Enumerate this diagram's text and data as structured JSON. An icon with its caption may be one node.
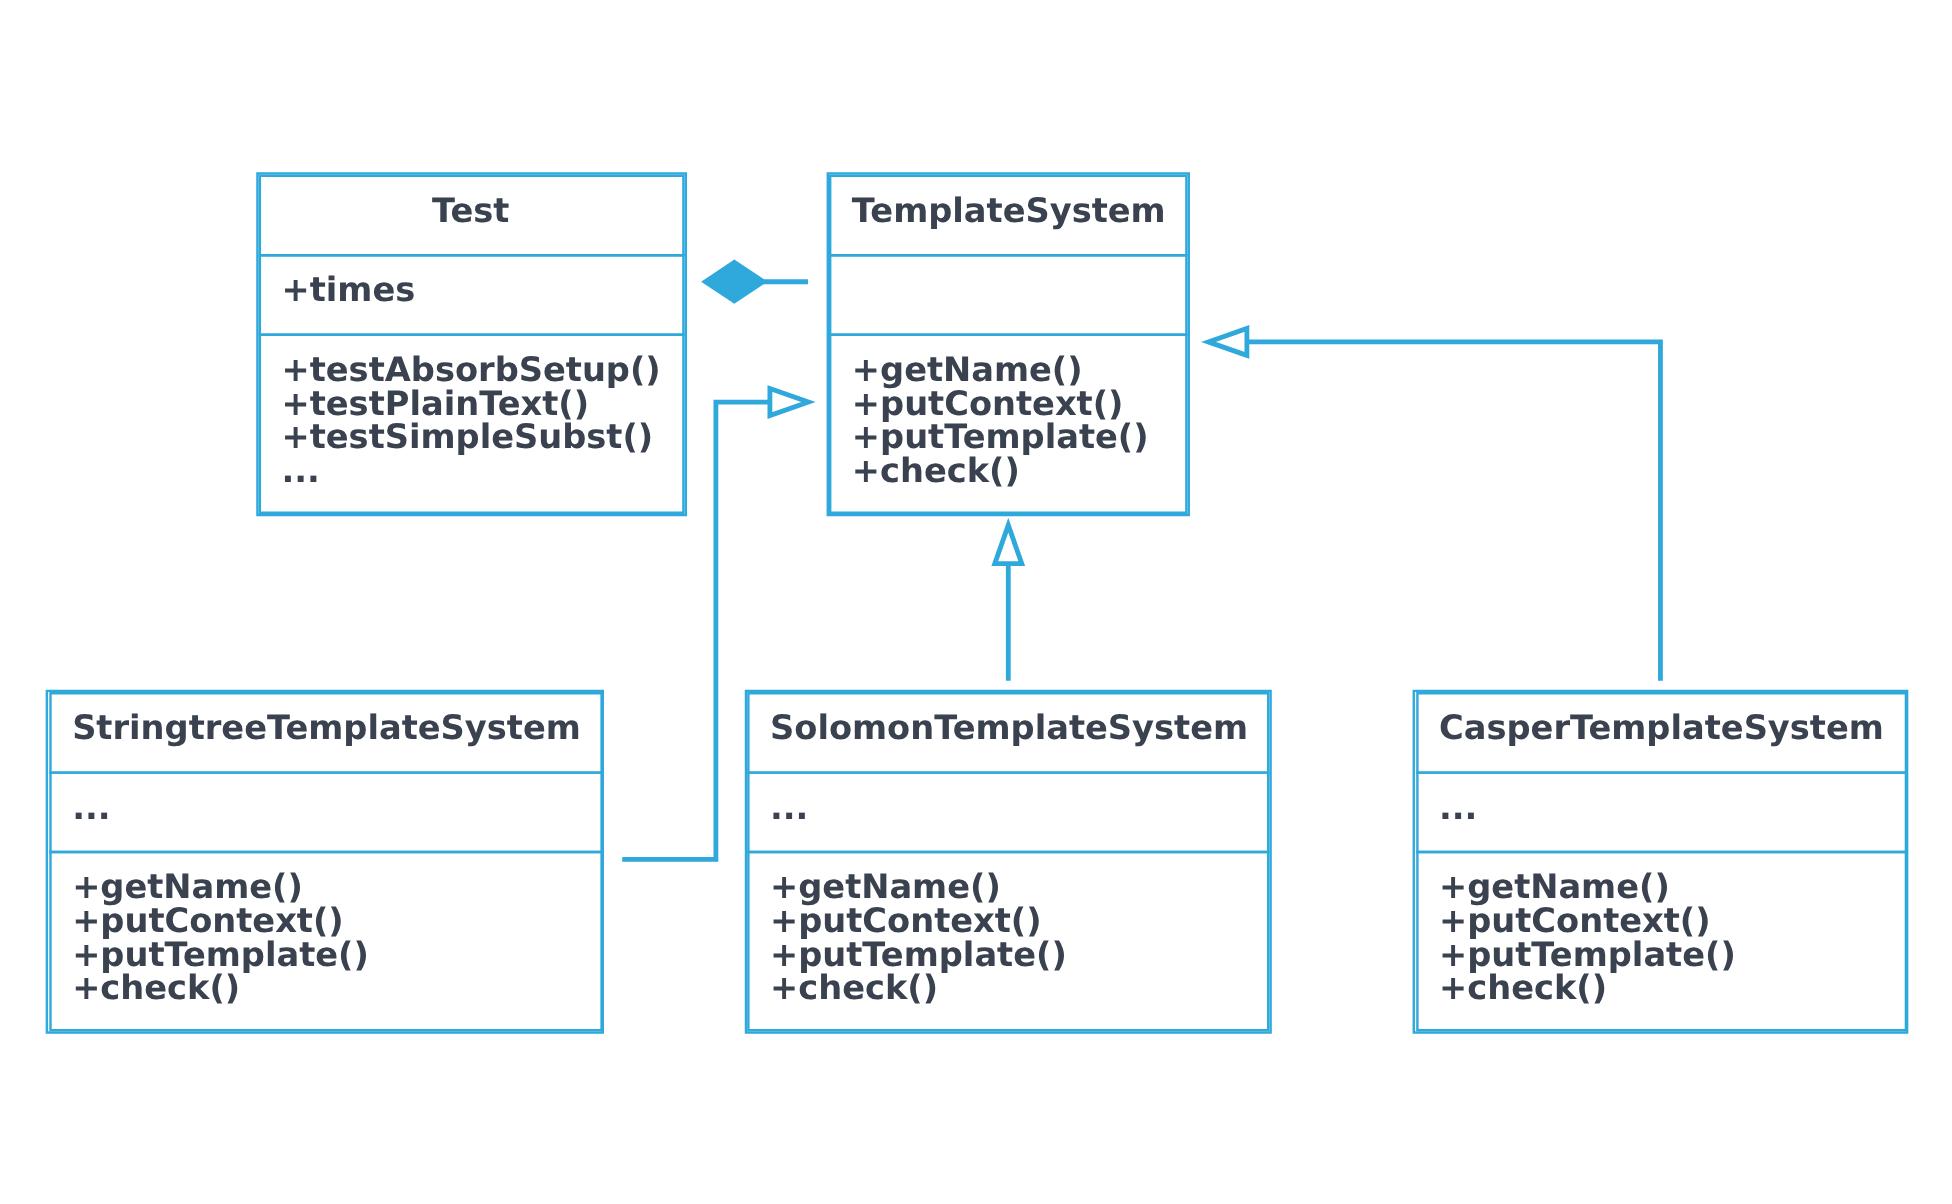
{
  "diagram": {
    "nodes": [
      {
        "text": [
          "Test",
          "+times",
          "+testAbsorbSetup() +testPlainText() +testSimpleSubst() ..."
        ]
      },
      {
        "text": [
          "TemplateSystem",
          "+getName() +putContext() +putTemplate() +check()"
        ]
      },
      {
        "text": [
          "StringtreeTemplateSystem",
          "...",
          "+getName() +putContext() +putTemplate() +check()"
        ]
      },
      {
        "text": [
          "SolomonTemplateSystem",
          "...",
          "+getName() +putContext() +putTemplate() +check()"
        ]
      },
      {
        "text": [
          "CasperTemplateSystem",
          "...",
          "+getName() +putContext() +putTemplate() +check()"
        ]
      }
    ],
    "edges": [
      {
        "from": 0,
        "to": 1,
        "arrow": "other"
      },
      {
        "from": 2,
        "to": 1,
        "arrow": "to"
      },
      {
        "from": 3,
        "to": 1,
        "arrow": "to"
      },
      {
        "from": 4,
        "to": 1,
        "arrow": "to"
      }
    ]
  }
}
